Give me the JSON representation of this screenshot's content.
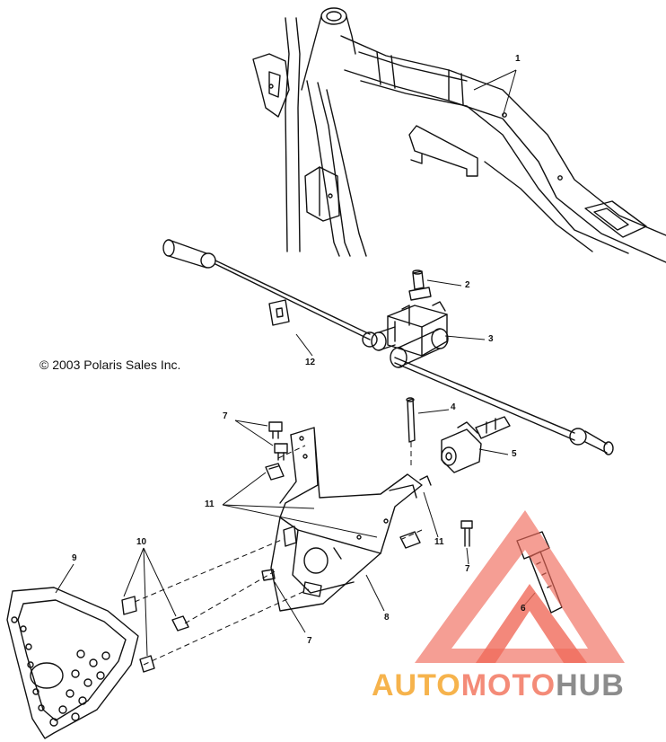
{
  "copyright": "© 2003 Polaris Sales Inc.",
  "callouts": {
    "c1": "1",
    "c2": "2",
    "c3": "3",
    "c4": "4",
    "c5": "5",
    "c6": "6",
    "c7a": "7",
    "c7b": "7",
    "c7c": "7",
    "c8": "8",
    "c9": "9",
    "c10": "10",
    "c11a": "11",
    "c11b": "11",
    "c12": "12"
  },
  "watermark": {
    "part1": "AUTO",
    "part2": "MOTO",
    "part3": "HUB",
    "colors": {
      "yellow": "#f6b34c",
      "red": "#f48b78",
      "gray": "#8c8c8c"
    }
  }
}
